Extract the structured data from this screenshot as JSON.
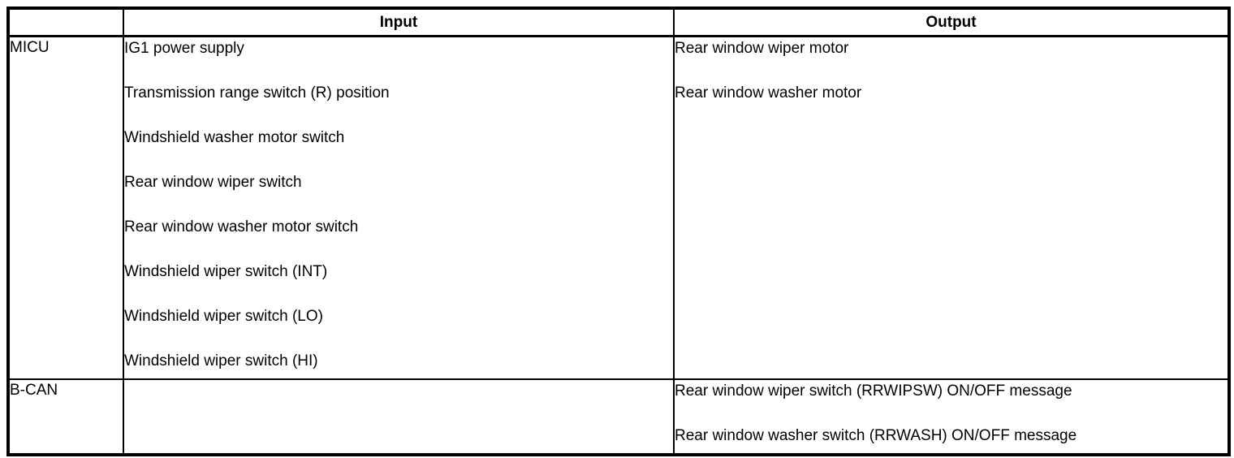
{
  "page": {
    "background": "#ffffff",
    "text_color": "#000000",
    "border_color": "#000000"
  },
  "table": {
    "header": {
      "corner": "",
      "input": "Input",
      "output": "Output"
    },
    "rows": [
      {
        "source": "MICU",
        "inputs": [
          "IG1 power supply",
          "Transmission range switch (R) position",
          "Windshield washer motor switch",
          "Rear window wiper switch",
          "Rear window washer motor switch",
          "Windshield wiper switch (INT)",
          "Windshield wiper switch (LO)",
          "Windshield wiper switch (HI)"
        ],
        "outputs": [
          "Rear window wiper motor",
          "Rear window washer motor"
        ]
      },
      {
        "source": "B-CAN",
        "inputs": [],
        "outputs": [
          "Rear window wiper switch (RRWIPSW) ON/OFF message",
          "Rear window washer switch (RRWASH) ON/OFF message"
        ]
      }
    ]
  }
}
